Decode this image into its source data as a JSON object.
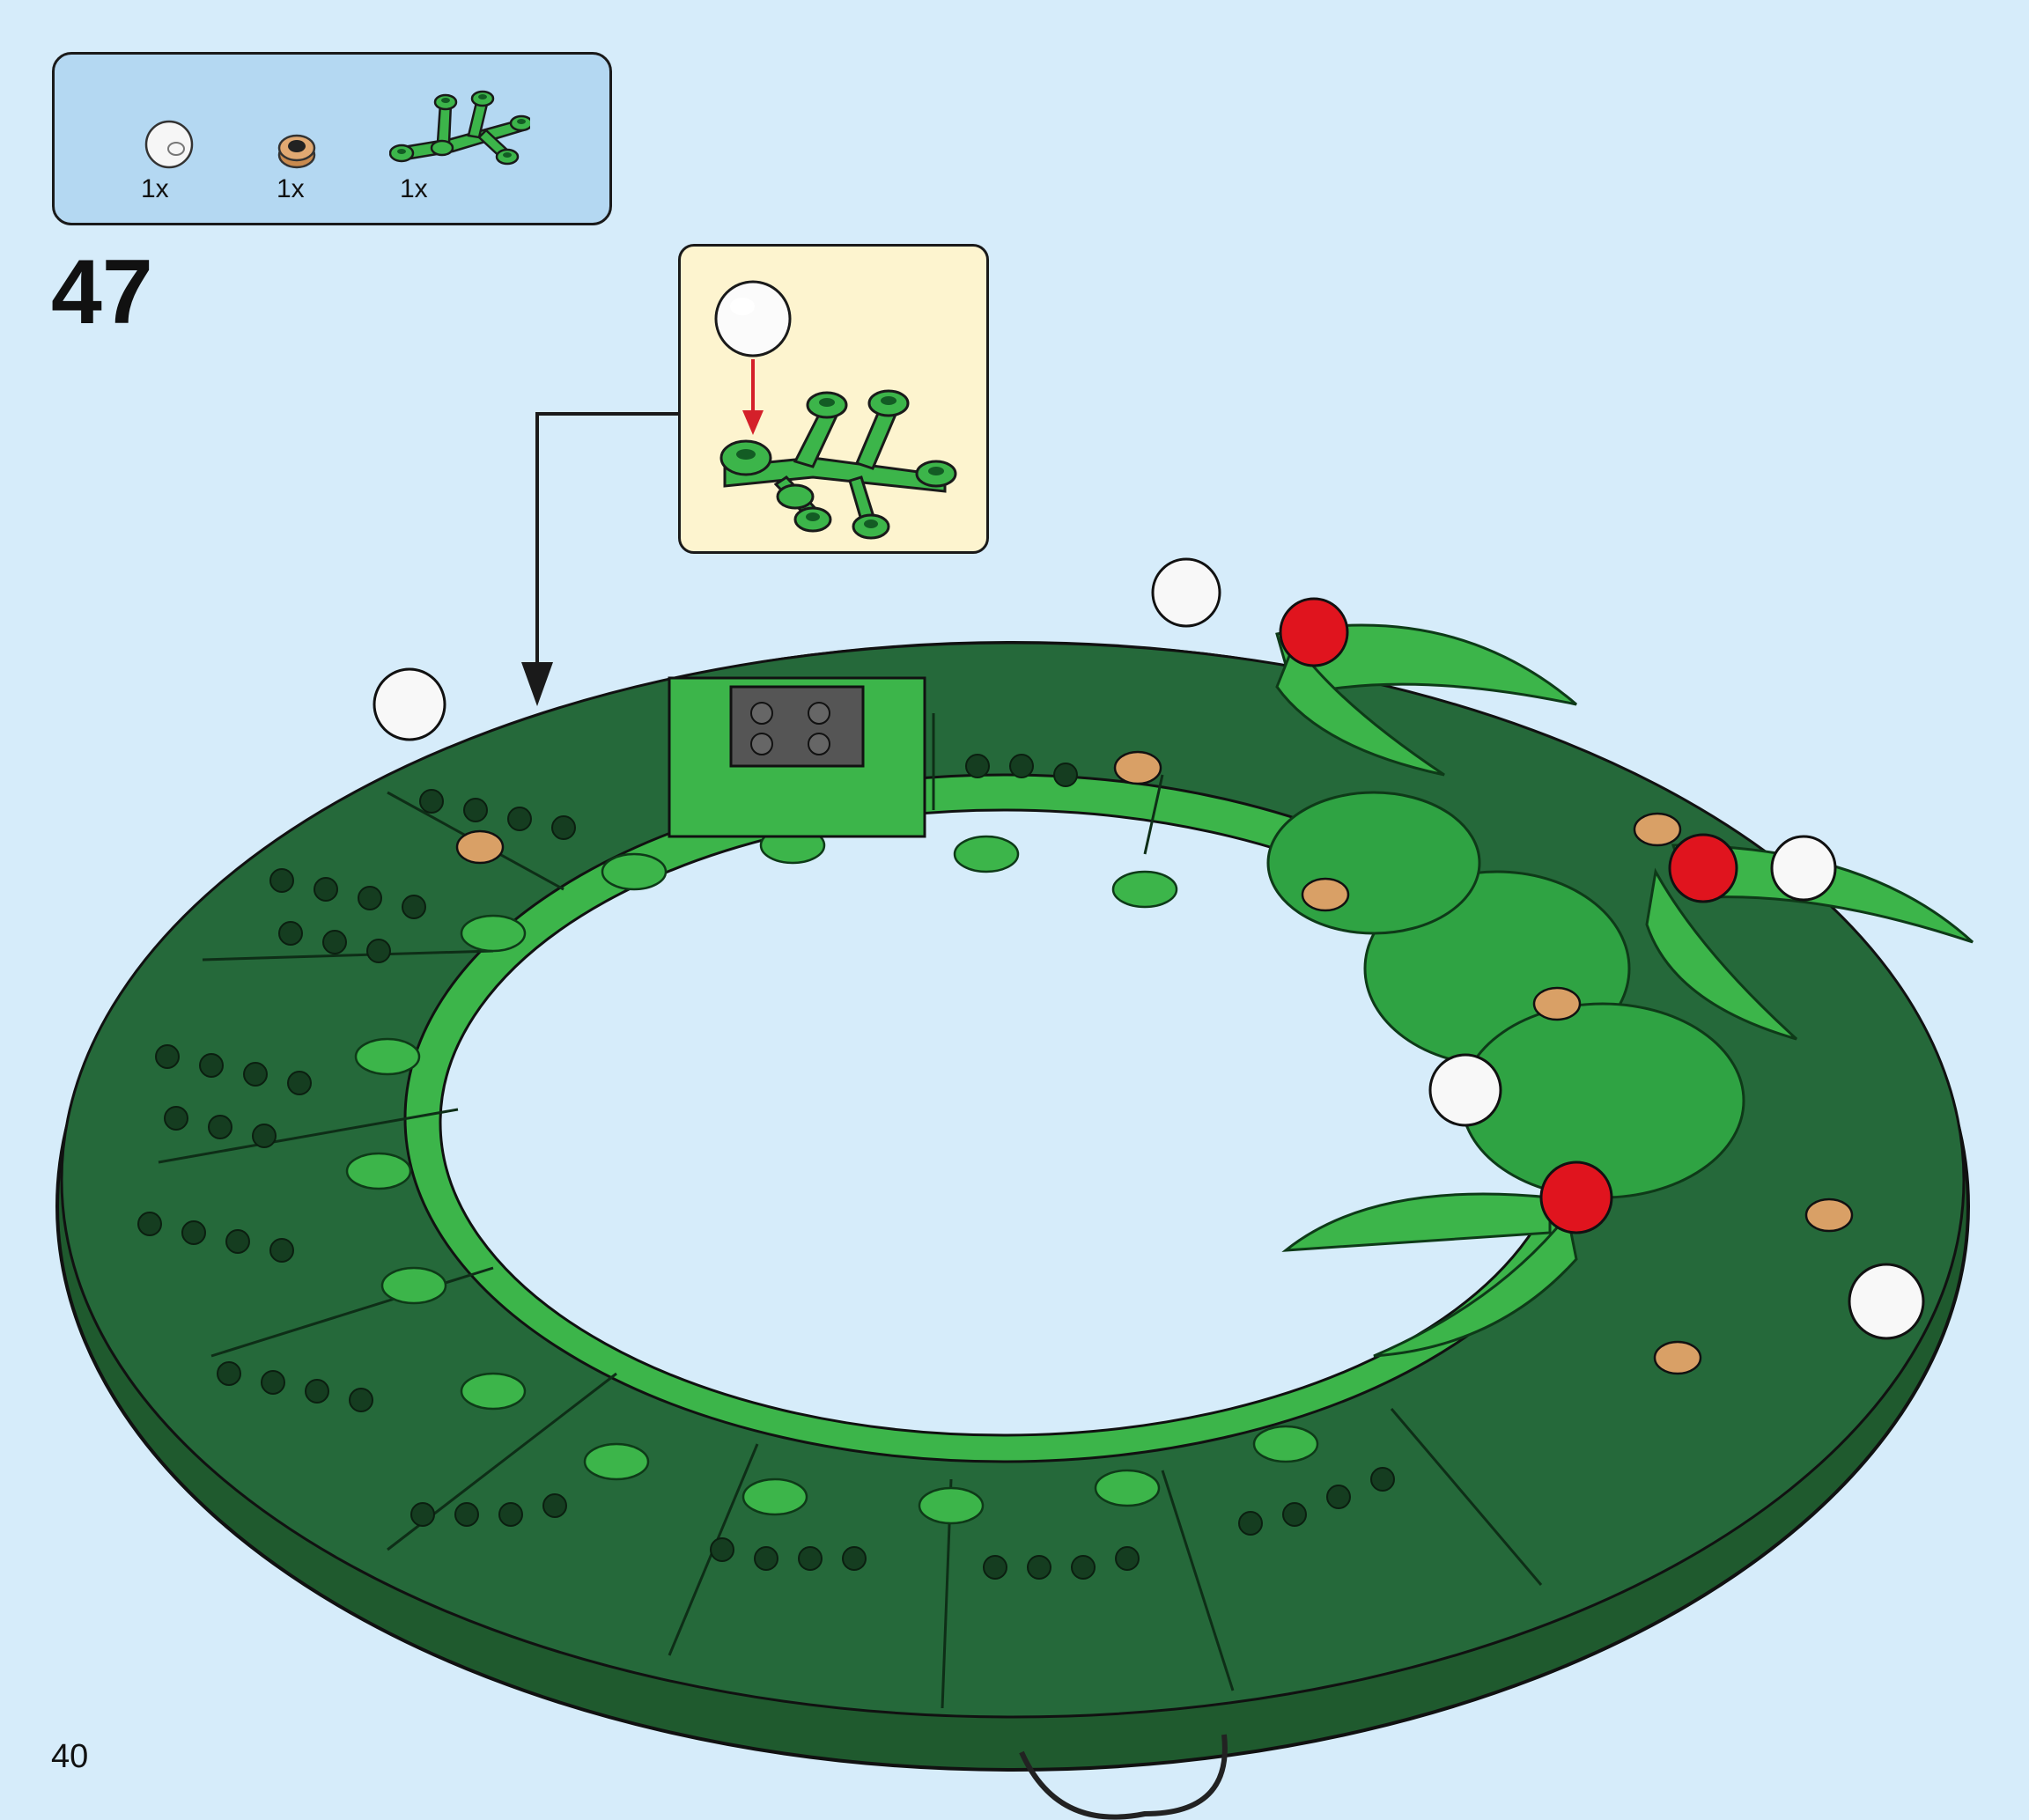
{
  "parts_list": [
    {
      "quantity": "1x",
      "icon": "white-round-tile-icon",
      "color": "#f4f4f4"
    },
    {
      "quantity": "1x",
      "icon": "tan-round-plate-icon",
      "color": "#d9a066"
    },
    {
      "quantity": "1x",
      "icon": "green-plant-stem-icon",
      "color": "#3cb54a"
    }
  ],
  "step": {
    "number": "47"
  },
  "page": {
    "number": "40"
  },
  "colors": {
    "background": "#d6ecfa",
    "parts_box": "#b4d8f2",
    "callout": "#fdf4cf",
    "dark_green": "#1f5a2e",
    "bright_green": "#3cb54a",
    "red": "#e0141e",
    "tan": "#d9a066",
    "arrow_red": "#d4202a"
  }
}
